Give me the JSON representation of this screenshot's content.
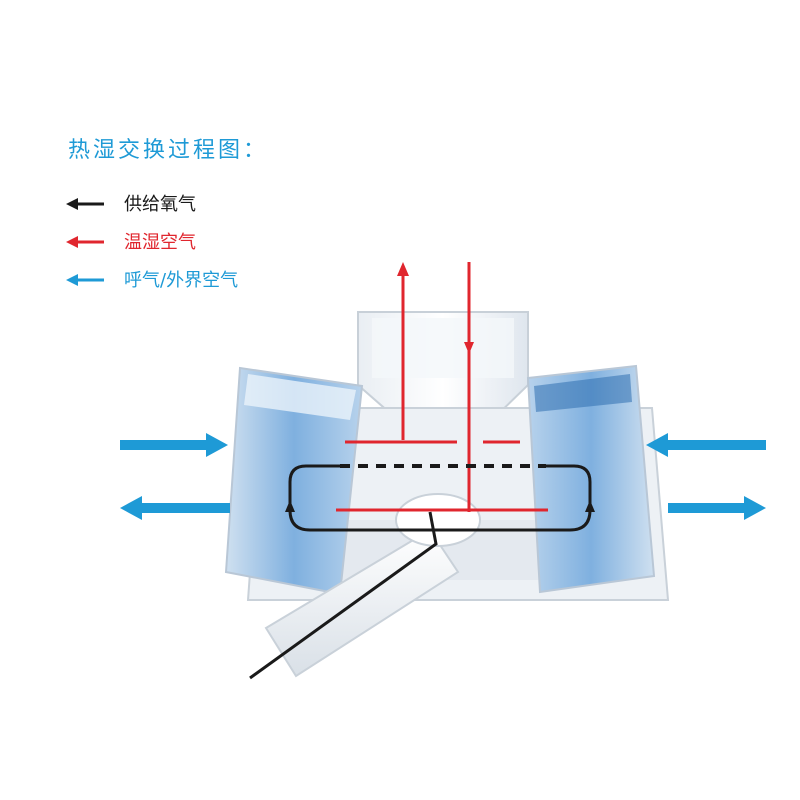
{
  "title": "热湿交换过程图：",
  "legend": [
    {
      "label": "供给氧气",
      "color": "#1a1a1a"
    },
    {
      "label": "温湿空气",
      "color": "#e0262e"
    },
    {
      "label": "呼气/外界空气",
      "color": "#1e9ad6"
    }
  ],
  "colors": {
    "oxygen": "#1a1a1a",
    "warm_humid_air": "#e0262e",
    "exhaled_air": "#1e9ad6",
    "filter_blue": "#7fb4e0",
    "housing": "#e8eef4"
  }
}
